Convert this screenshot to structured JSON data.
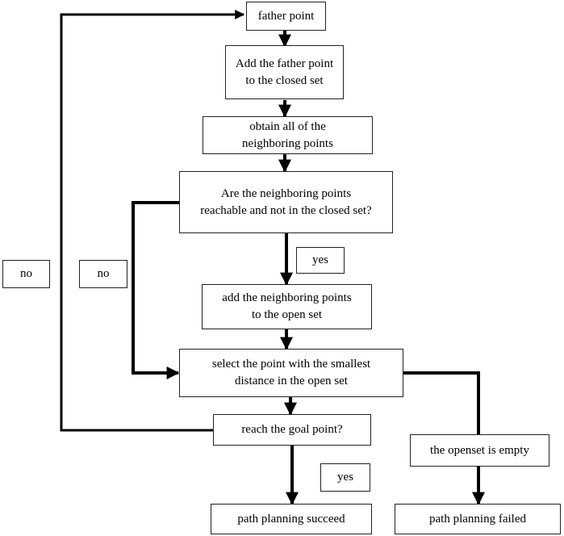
{
  "nodes": {
    "father_point": "father point",
    "add_closed": "Add the father point\nto the closed set",
    "obtain_neighbors": "obtain all of the\nneighboring points",
    "reachable_check": "Are the neighboring points\nreachable and not in the closed set?",
    "add_open": "add the neighboring points\nto the open set",
    "select_smallest": "select the point with the smallest\ndistance in the open set",
    "reach_goal": "reach the goal point?",
    "openset_empty": "the openset is empty",
    "succeed": "path planning succeed",
    "failed": "path planning failed"
  },
  "labels": {
    "no_outer": "no",
    "no_inner": "no",
    "yes_reachable": "yes",
    "yes_goal": "yes"
  }
}
